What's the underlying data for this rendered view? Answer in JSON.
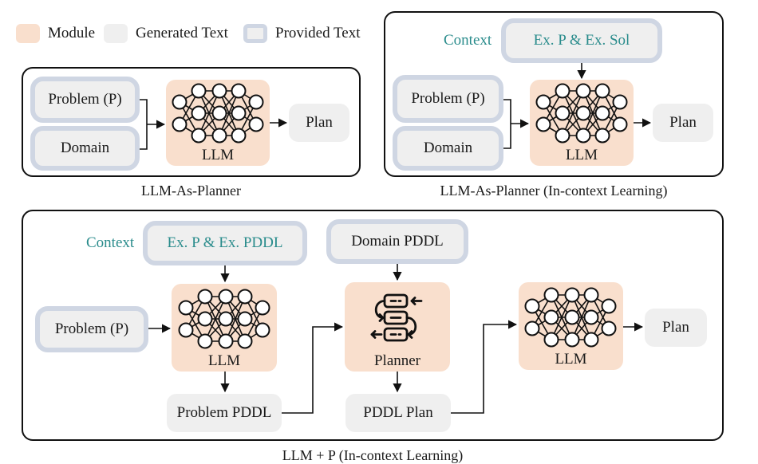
{
  "legend": {
    "module": "Module",
    "generated": "Generated Text",
    "provided": "Provided Text"
  },
  "panel1": {
    "problem": "Problem (P)",
    "domain": "Domain",
    "llm": "LLM",
    "plan": "Plan",
    "caption": "LLM-As-Planner"
  },
  "panel2": {
    "context_label": "Context",
    "context": "Ex. P & Ex. Sol",
    "problem": "Problem (P)",
    "domain": "Domain",
    "llm": "LLM",
    "plan": "Plan",
    "caption": "LLM-As-Planner (In-context Learning)"
  },
  "panel3": {
    "context_label": "Context",
    "context": "Ex. P & Ex. PDDL",
    "domain_pddl": "Domain PDDL",
    "problem": "Problem (P)",
    "llm1": "LLM",
    "planner": "Planner",
    "llm2": "LLM",
    "plan": "Plan",
    "problem_pddl": "Problem PDDL",
    "pddl_plan": "PDDL Plan",
    "caption": "LLM + P (In-context Learning)"
  },
  "colors": {
    "module": "#f9dfcd",
    "generated": "#efefef",
    "provided_border": "#cfd6e3",
    "context_text": "#2a8c8c"
  },
  "icons": {
    "llm": "neural-network-icon",
    "planner": "planner-flow-icon"
  }
}
